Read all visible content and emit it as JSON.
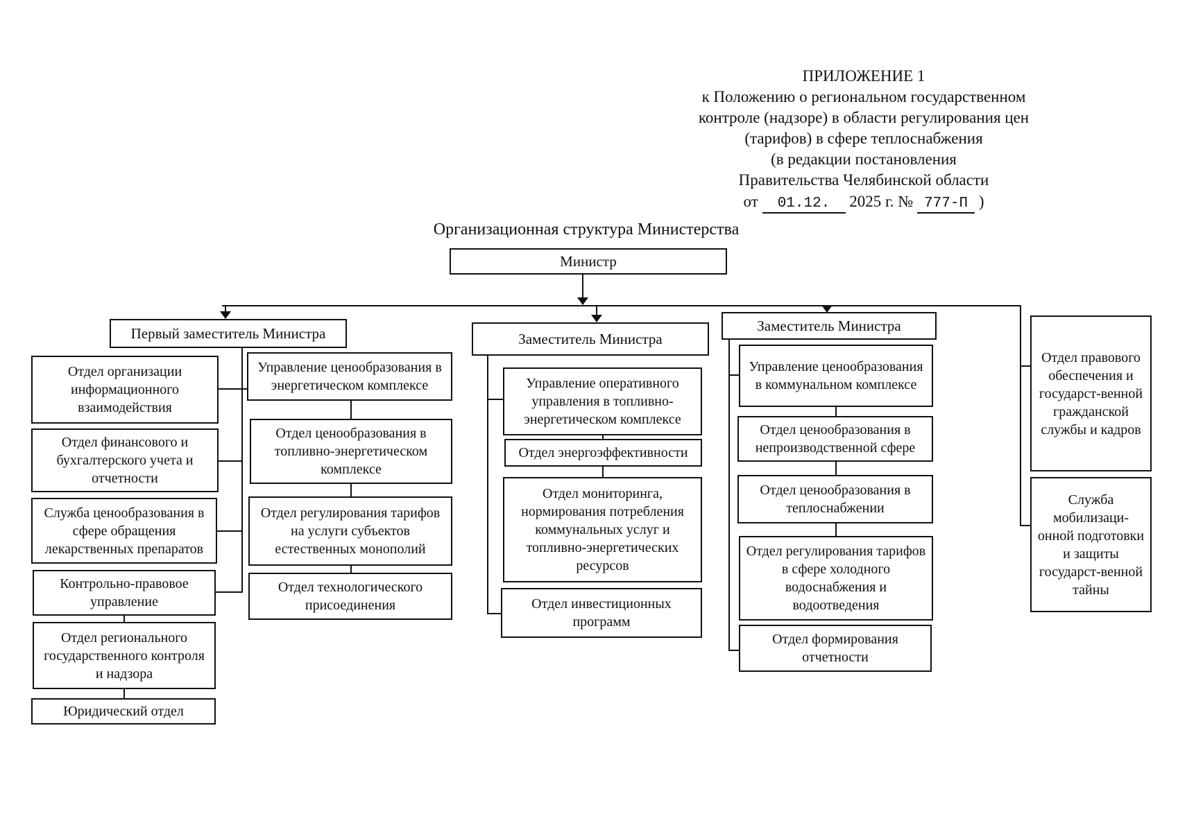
{
  "page": {
    "appendix": {
      "lines": [
        "ПРИЛОЖЕНИЕ 1",
        "к Положению о региональном государственном",
        "контроле (надзоре) в области регулирования цен",
        "(тарифов) в сфере теплоснабжения",
        "(в редакции постановления",
        "Правительства Челябинской области"
      ],
      "date_line": {
        "prefix": "от",
        "date_value": "01.12.",
        "middle": "2025 г. №",
        "number_value": "777-П",
        "suffix": ")"
      }
    },
    "title": "Организационная структура Министерства"
  },
  "chart": {
    "minister": {
      "label": "Министр"
    },
    "first_deputy": {
      "label": "Первый заместитель Министра",
      "left_departments": [
        "Отдел организации информационного взаимодействия",
        "Отдел финансового и бухгалтерского учета и отчетности",
        "Служба ценообразования в сфере обращения лекарственных препаратов",
        "Контрольно-правовое управление",
        "Отдел регионального государственного контроля и надзора",
        "Юридический отдел"
      ],
      "right_departments": [
        "Управление ценообразования в энергетическом комплексе",
        "Отдел ценообразования в топливно-энергетическом комплексе",
        "Отдел регулирования тарифов на услуги субъектов естественных монополий",
        "Отдел технологического присоединения"
      ]
    },
    "deputy_fuel_energy": {
      "label": "Заместитель Министра",
      "departments": [
        "Управление оперативного управления в топливно-энергетическом комплексе",
        "Отдел энергоэффективности",
        "Отдел мониторинга, нормирования потребления коммунальных услуг и топливно-энергетических ресурсов",
        "Отдел инвестиционных программ"
      ]
    },
    "deputy_communal": {
      "label": "Заместитель Министра",
      "departments": [
        "Управление ценообразования в коммунальном комплексе",
        "Отдел ценообразования в непроизводственной сфере",
        "Отдел ценообразования в теплоснабжении",
        "Отдел регулирования тарифов в сфере холодного водоснабжения и водоотведения",
        "Отдел формирования отчетности"
      ]
    },
    "minister_direct": [
      "Отдел правового обеспечения и государст­-венной гражданской службы и кадров",
      "Служба мобилизаци-​онной подготовки и защиты государст-​венной тайны"
    ]
  },
  "colors": {
    "ink": "#111111",
    "paper": "#ffffff"
  }
}
